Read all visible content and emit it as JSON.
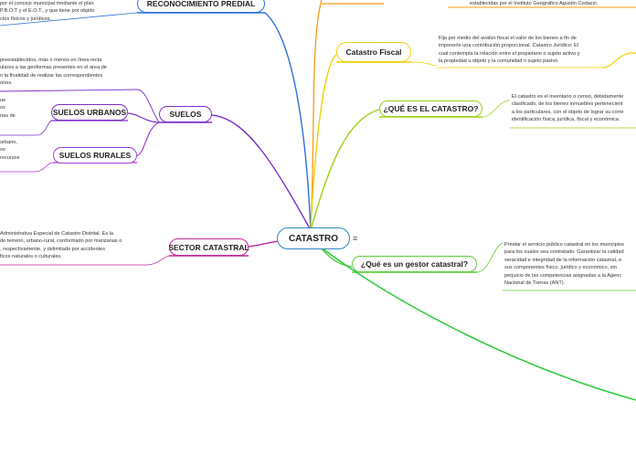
{
  "root": {
    "label": "CATASTRO",
    "menu_icon": "menu-icon"
  },
  "nodes": {
    "reconocimiento": {
      "label": "RECONOCIMIENTO PREDIAL",
      "color": "#2e6fd8"
    },
    "suelos": {
      "label": "SUELOS",
      "color": "#7b2fc9"
    },
    "suelos_urbanos": {
      "label": "SUELOS URBANOS",
      "color": "#7b2fc9"
    },
    "suelos_rurales": {
      "label": "SUELOS RURALES",
      "color": "#a33fd0"
    },
    "sector_catastral": {
      "label": "SECTOR CATASTRAL",
      "color": "#c2299a"
    },
    "catastro_fiscal": {
      "label": "Catastro Fiscal",
      "color": "#f0d000"
    },
    "que_es_catastro": {
      "label": "¿QUÉ ES EL CATASTRO?",
      "color": "#9ed11a"
    },
    "gestor_catastral": {
      "label": "¿Qué es un gestor catastral?",
      "color": "#5fce3a"
    }
  },
  "notes": {
    "reconocimiento": "por el concejo municipal mediante el plan\nP.B.O.T y el E.O.T., y que tiene por objeto\nctos físicos y jurídicos.",
    "suelos": "preestablecidos, más o menos en línea recta\nulares a las geoformas presentes en el área de\nn la finalidad de realizar las correspondientes\nones.",
    "suelos_urbanos": "ue\nos\nrias de",
    "suelos_rurales": "urbano,\nos\nrecursos",
    "sector_catastral": "Administrativa Especial de Catastro Distrital. Es la\nde terreno, urbano-rural, conformado por manzanas o\n, respectivamente, y delimitado por accidentes\nficos naturales o culturales.",
    "top_right": "establecidas por el Instituto Geográfico Agustín Codazzi.",
    "catastro_fiscal": "Fija por medio del avalúo fiscal el valor de los bienes a fin de\nimponerle una contribución proporcional. Catastro Jurídico: El\ncual contempla la relación entre el propietario o sujeto activo y\nla propiedad u objeto y la comunidad o sujeto pasivo.",
    "que_es_catastro": "El catastro es el inventario o censo, debidamente\nclasificado, de los bienes inmuebles pertenecient\na los particulares, con el objeto de lograr su corre\nidentificación física, jurídica, fiscal y económica.",
    "gestor_catastral": "Prestar el servicio público catastral en los municipios\npara los cuales sea contratado. Garantizar la calidad\nveracidad e integridad de la información catastral, e\nsus componentes físico, jurídico y económico, sin\nperjuicio de las competencias asignadas a la Agenc\nNacional de Tierras (ANT)."
  },
  "colors": {
    "root_border": "#2e86c1",
    "top_orange": "#f39c12"
  }
}
